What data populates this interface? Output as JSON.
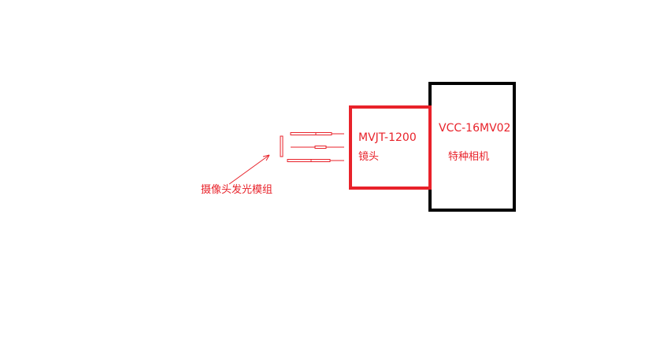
{
  "diagram": {
    "lens": {
      "model": "MVJT-1200",
      "name": "镜头",
      "border_color": "#e8222a"
    },
    "camera": {
      "model": "VCC-16MV02",
      "name": "特种相机",
      "border_color": "#000000"
    },
    "light_module": {
      "label": "摄像头发光模组",
      "color": "#e8222a"
    },
    "text_color": "#e8222a"
  }
}
